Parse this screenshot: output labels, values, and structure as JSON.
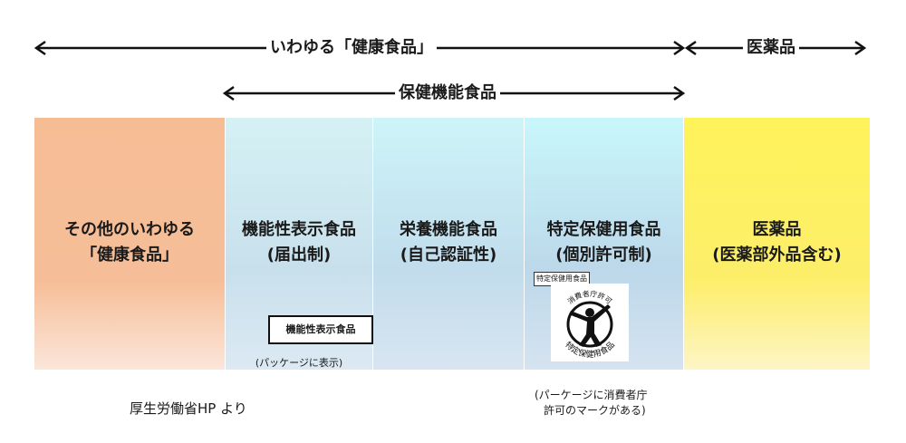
{
  "top_arrows": {
    "health_food_label": "いわゆる「健康食品」",
    "drugs_label": "医薬品",
    "fhc_label": "保健機能食品"
  },
  "panels": [
    {
      "line1": "その他のいわゆる",
      "line2": "「健康食品」"
    },
    {
      "line1": "機能性表示食品",
      "line2": "(届出制)"
    },
    {
      "line1": "栄養機能食品",
      "line2": "(自己認証性)"
    },
    {
      "line1": "特定保健用食品",
      "line2": "(個別許可制)"
    },
    {
      "line1": "医薬品",
      "line2": "(医薬部外品含む)"
    }
  ],
  "functional_mark": {
    "label": "機能性表示食品",
    "note": "(パッケージに表示)"
  },
  "foshu_mark": {
    "header": "特定保健用食品",
    "top_arc": "消費者庁許可",
    "bottom_arc": "特定保健用食品",
    "note_line1": "(パーケージに消費者庁",
    "note_line2": "許可のマークがある)"
  },
  "source": "厚生労働省HP より",
  "colors": {
    "other_health_food": "#f6bd95",
    "functional": "#cfe8f2",
    "nutrient": "#c8eaf4",
    "foshu": "#c4ebf6",
    "drugs": "#fff35a"
  }
}
